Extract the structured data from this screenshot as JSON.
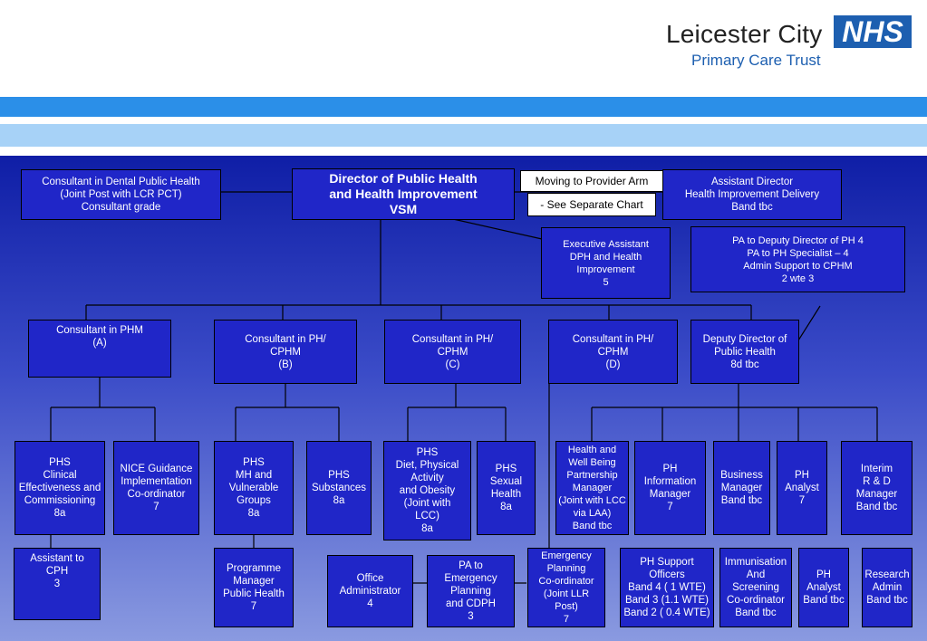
{
  "header": {
    "org_name": "Leicester City",
    "org_sub": "Primary Care Trust",
    "nhs_logo": "NHS"
  },
  "boxes": {
    "dental": "Consultant in Dental Public Health\n(Joint Post with LCR PCT)\nConsultant grade",
    "director": "Director of Public Health\nand Health Improvement\nVSM",
    "moving": "Moving to Provider Arm",
    "separate": "- See Separate Chart",
    "asst_dir": "Assistant Director\nHealth Improvement Delivery\nBand tbc",
    "exec_asst": "Executive Assistant\nDPH and Health\nImprovement\n5",
    "pa_deputy": "PA  to Deputy Director of PH    4\nPA to PH Specialist – 4\nAdmin Support to CPHM\n2 wte  3",
    "cons_phm": "Consultant in PHM\n(A)",
    "cons_b": "Consultant in PH/\nCPHM\n(B)",
    "cons_c": "Consultant in PH/\nCPHM\n(C)",
    "cons_d": "Consultant in PH/\nCPHM\n(D)",
    "deputy_dir": "Deputy Director of\nPublic Health\n8d tbc",
    "phs_clinical": "PHS\nClinical\nEffectiveness and\nCommissioning\n8a",
    "nice": "NICE Guidance\nImplementation\nCo-ordinator\n7",
    "phs_mh": "PHS\nMH and\nVulnerable\nGroups\n8a",
    "phs_subs": "PHS\nSubstances\n8a",
    "phs_diet": "PHS\nDiet, Physical\nActivity\nand Obesity\n(Joint with\nLCC)\n8a",
    "phs_sexual": "PHS\nSexual\nHealth\n8a",
    "hwb": "Health and\nWell  Being\nPartnership\nManager\n(Joint with LCC\nvia LAA)\nBand tbc",
    "ph_info": "PH Information\nManager\n7",
    "business": "Business\nManager\nBand tbc",
    "ph_analyst1": "PH\nAnalyst\n7",
    "interim": "Interim\nR & D\nManager\nBand tbc",
    "asst_cph": "Assistant   to\nCPH\n3",
    "prog_mgr": "Programme\nManager\nPublic Health\n7",
    "office_admin": "Office\nAdministrator\n4",
    "pa_emerg": "PA  to\nEmergency\nPlanning\nand CDPH\n3",
    "emerg_coord": "Emergency\nPlanning\nCo-ordinator\n(Joint LLR\nPost)\n7",
    "ph_support": "PH Support\nOfficers\nBand 4 ( 1 WTE)\nBand 3  (1.1 WTE)\nBand 2  ( 0.4 WTE)",
    "immun": "Immunisation\nAnd\nScreening\nCo-ordinator\nBand tbc",
    "ph_analyst2": "PH\nAnalyst\nBand tbc",
    "research": "Research\nAdmin\nBand tbc"
  },
  "colors": {
    "box_fill": "#2026c8",
    "band_dark": "#2b8fe8",
    "band_light": "#a7d2f7",
    "nhs_blue": "#1d5fb0"
  }
}
